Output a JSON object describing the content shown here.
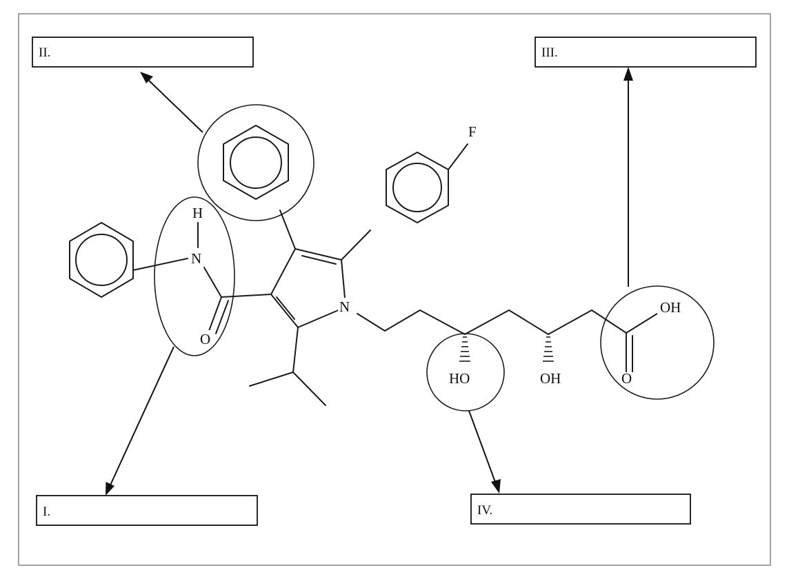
{
  "labels": {
    "box_1": "I.",
    "box_2": "II.",
    "box_3": "III.",
    "box_4": "IV."
  },
  "atoms": {
    "fluorine": "F",
    "amide_h": "H",
    "amide_n": "N",
    "amide_o": "O",
    "pyrrole_n": "N",
    "hydroxyl_left": "HO",
    "hydroxyl_right": "OH",
    "acid_oh": "OH",
    "acid_o": "O"
  }
}
